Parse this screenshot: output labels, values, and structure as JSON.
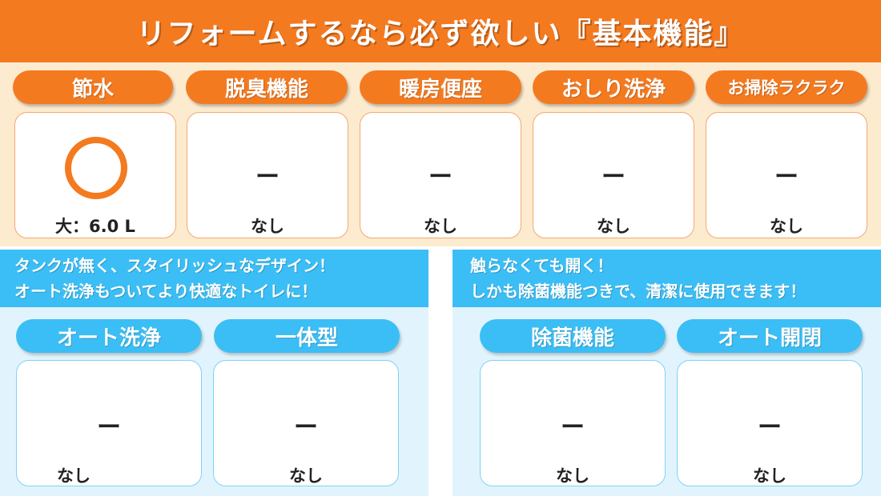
{
  "header": {
    "title": "リフォームするなら必ず欲しい『基本機能』"
  },
  "top_features": [
    {
      "label": "節水",
      "mark": "○",
      "caption": "大：6.0 L"
    },
    {
      "label": "脱臭機能",
      "mark": "ー",
      "caption": "なし"
    },
    {
      "label": "暖房便座",
      "mark": "ー",
      "caption": "なし"
    },
    {
      "label": "おしり洗浄",
      "mark": "ー",
      "caption": "なし"
    },
    {
      "label": "お掃除ラクラク",
      "mark": "ー",
      "caption": "なし"
    }
  ],
  "left_panel": {
    "banner_line1": "タンクが無く、スタイリッシュなデザイン！",
    "banner_line2": "オート洗浄もついてより快適なトイレに！",
    "features": [
      {
        "label": "オート洗浄",
        "mark": "ー",
        "caption": "なし"
      },
      {
        "label": "一体型",
        "mark": "ー",
        "caption": "なし"
      }
    ]
  },
  "right_panel": {
    "banner_line1": "触らなくても開く！",
    "banner_line2": "しかも除菌機能つきで、清潔に使用できます！",
    "features": [
      {
        "label": "除菌機能",
        "mark": "ー",
        "caption": "なし"
      },
      {
        "label": "オート開閉",
        "mark": "ー",
        "caption": "なし"
      }
    ]
  },
  "colors": {
    "orange": "#f47a20",
    "cream": "#fdebcf",
    "blue": "#3bbef5",
    "light_blue": "#e1f4fd"
  }
}
